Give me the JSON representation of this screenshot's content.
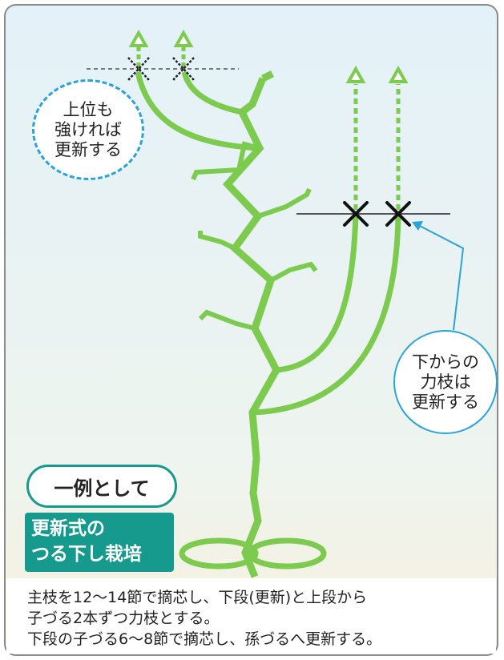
{
  "callouts": {
    "top_left": [
      "上位も",
      "強ければ",
      "更新する"
    ],
    "right": [
      "下からの",
      "力枝は",
      "更新する"
    ]
  },
  "labels": {
    "example": "一例として",
    "method": [
      "更新式の",
      "つる下し栽培"
    ]
  },
  "caption": [
    "主枝を12〜14節で摘芯し、下段(更新)と上段から",
    "子づる2本ずつ力枝とする。",
    "下段の子づる6〜8節で摘芯し、孫づるへ更新する。"
  ],
  "colors": {
    "plant_green": "#7ccb4e",
    "callout_blue": "#2aa3d8",
    "teal": "#169a8d",
    "background_top": "#e3f1f8",
    "background_bottom": "#f7f1de"
  }
}
